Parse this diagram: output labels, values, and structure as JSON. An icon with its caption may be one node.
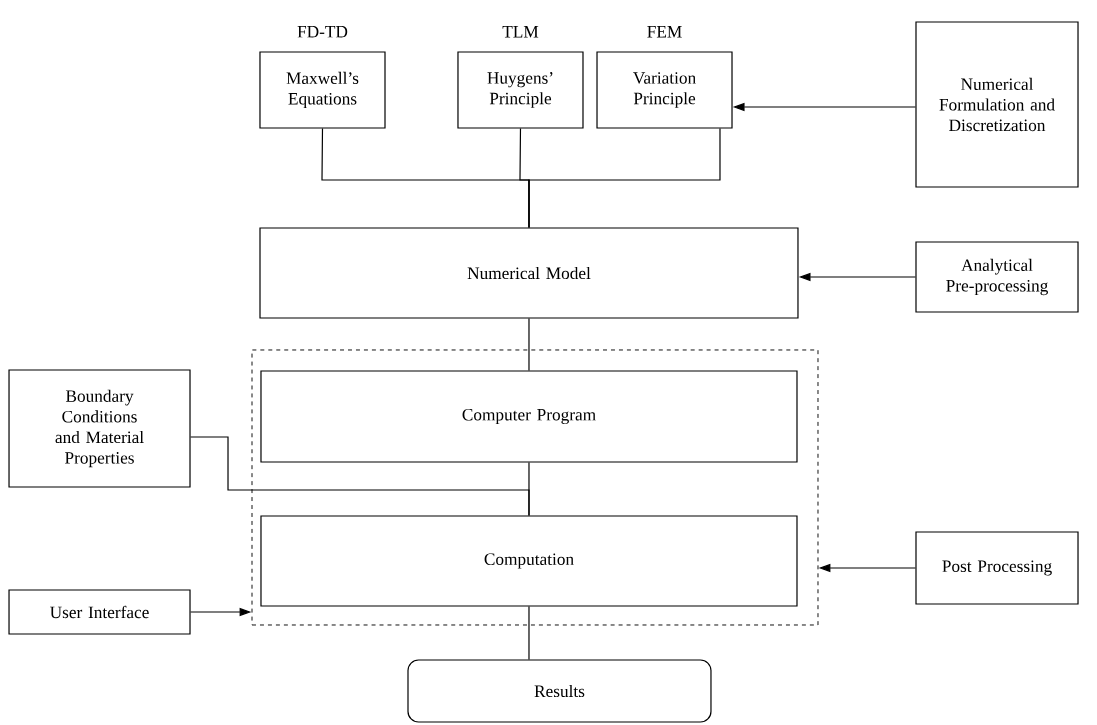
{
  "diagram": {
    "nodes": [
      {
        "text": [
          "FD-TD",
          "Maxwell’s Equations"
        ]
      },
      {
        "text": [
          "TLM",
          "Huygens’ Principle"
        ]
      },
      {
        "text": [
          "FEM",
          "Variation Principle"
        ]
      },
      {
        "text": [
          "Numerical Formulation and Discretization"
        ]
      },
      {
        "text": [
          "Numerical Model"
        ]
      },
      {
        "text": [
          "Analytical Pre-processing"
        ]
      },
      {
        "text": [],
        "shape": "box"
      },
      {
        "text": [
          "Computer Program"
        ],
        "in": 6
      },
      {
        "text": [
          "Boundary Conditions and Material Properties"
        ]
      },
      {
        "text": [
          "Computation"
        ],
        "in": 6
      },
      {
        "text": [
          "User Interface"
        ]
      },
      {
        "text": [
          "Post Processing"
        ]
      },
      {
        "text": [
          "Results"
        ]
      }
    ],
    "edges": [
      {
        "from": 0,
        "to": 4,
        "arrow": "none"
      },
      {
        "from": 1,
        "to": 4,
        "arrow": "none"
      },
      {
        "from": 2,
        "to": 4,
        "arrow": "none"
      },
      {
        "from": 3,
        "to": 2,
        "arrow": "to"
      },
      {
        "from": 5,
        "to": 4,
        "arrow": "to"
      },
      {
        "from": 4,
        "to": 7,
        "arrow": "none"
      },
      {
        "from": 7,
        "to": 9,
        "arrow": "none"
      },
      {
        "from": 8,
        "to": 9,
        "arrow": "none"
      },
      {
        "from": 10,
        "to": 6,
        "arrow": "to"
      },
      {
        "from": 11,
        "to": 6,
        "arrow": "to"
      },
      {
        "from": 9,
        "to": 12,
        "arrow": "none"
      }
    ]
  }
}
